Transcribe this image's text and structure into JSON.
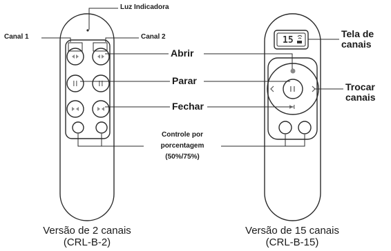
{
  "labels": {
    "indicator": "Luz Indicadora",
    "channel1": "Canal 1",
    "channel2": "Canal 2",
    "open": "Abrir",
    "stop": "Parar",
    "close": "Fechar",
    "percent_line1": "Controle por",
    "percent_line2": "porcentagem",
    "percent_line3": "(50%/75%)",
    "channel_screen_line1": "Tela de",
    "channel_screen_line2": "canais",
    "switch_line1": "Trocar",
    "switch_line2": "canais"
  },
  "remotes": {
    "left": {
      "name": "Versão de 2 canais",
      "model": "(CRL-B-2)"
    },
    "right": {
      "name": "Versão de 15 canais",
      "model": "(CRL-B-15)",
      "display": "15"
    }
  }
}
